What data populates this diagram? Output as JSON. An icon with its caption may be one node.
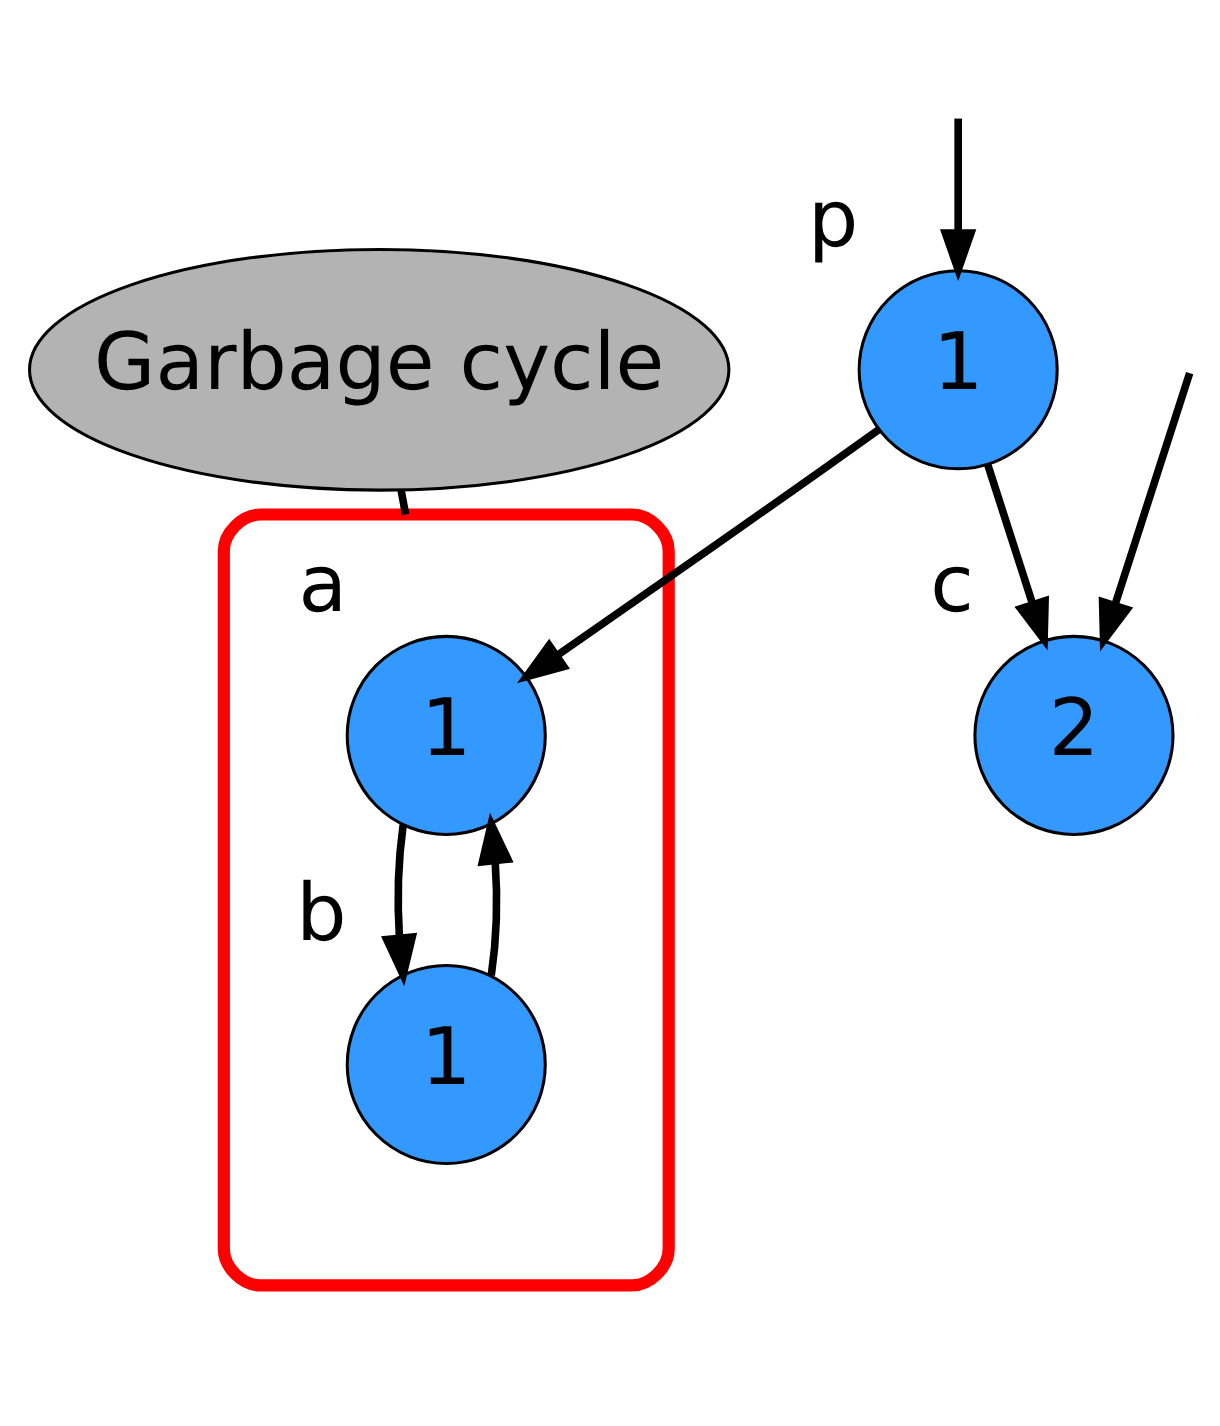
{
  "diagram": {
    "nodes": [
      {
        "text": [
          "1"
        ],
        "beside": [
          "p"
        ]
      },
      {
        "text": [],
        "shape": "ellipse"
      },
      {
        "text": [
          "1"
        ],
        "beside": [
          "a"
        ],
        "in": 1
      },
      {
        "text": [
          "1"
        ],
        "beside": [
          "b"
        ],
        "in": 1
      },
      {
        "text": [
          "2"
        ],
        "beside": [
          "c"
        ]
      },
      {
        "text": [
          "Garbage cycle"
        ]
      }
    ],
    "edges": [
      {
        "from": null,
        "to": 0,
        "arrow": "to"
      },
      {
        "from": 0,
        "to": 2,
        "arrow": "to"
      },
      {
        "from": 0,
        "to": 4,
        "arrow": "to"
      },
      {
        "from": 2,
        "to": 3,
        "arrow": "to"
      },
      {
        "from": 3,
        "to": 2,
        "arrow": "to"
      },
      {
        "from": null,
        "to": 4,
        "arrow": "to"
      },
      {
        "from": 5,
        "to": 1,
        "arrow": "none"
      }
    ]
  }
}
